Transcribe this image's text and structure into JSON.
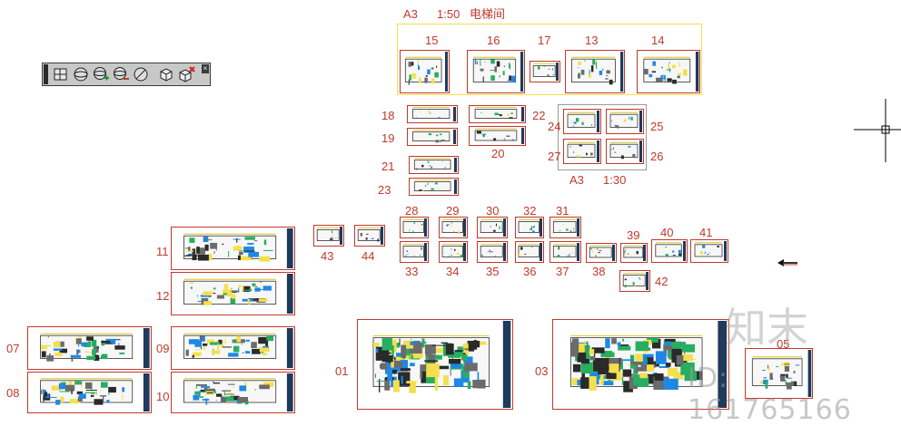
{
  "sheet_group_a3_150": {
    "size": "A3",
    "scale": "1:50",
    "title": "电梯间",
    "labels": [
      "15",
      "16",
      "17",
      "13",
      "14"
    ]
  },
  "sheet_group_a3_130": {
    "size": "A3",
    "scale": "1:30",
    "labels": [
      "24",
      "25",
      "27",
      "26"
    ]
  },
  "sheet_labels": [
    "18",
    "19",
    "22",
    "20",
    "21",
    "23",
    "28",
    "29",
    "30",
    "32",
    "31",
    "33",
    "34",
    "35",
    "36",
    "37",
    "38",
    "39",
    "40",
    "41",
    "42",
    "43",
    "44",
    "11",
    "12",
    "07",
    "08",
    "09",
    "10",
    "01",
    "03",
    "05"
  ],
  "toolbar": {
    "buttons": [
      {
        "name": "view-grid-button",
        "icon": "view-grid-icon"
      },
      {
        "name": "sphere-button",
        "icon": "sphere-icon"
      },
      {
        "name": "sphere-add-button",
        "icon": "sphere-add-icon"
      },
      {
        "name": "sphere-remove-button",
        "icon": "sphere-remove-icon"
      },
      {
        "name": "sphere-slash-button",
        "icon": "sphere-slash-icon"
      },
      {
        "name": "box-button",
        "icon": "box-icon"
      },
      {
        "name": "box-delete-button",
        "icon": "box-delete-icon"
      }
    ],
    "close_glyph": "×"
  },
  "watermark": {
    "logo_text": "知末",
    "id_text": "ID: 161765166"
  },
  "colors": {
    "sheet_border": "#c0392b",
    "label_red": "#c0392b",
    "highlight_yellow": "#f4e04d",
    "drawing_green": "#27ae60"
  }
}
